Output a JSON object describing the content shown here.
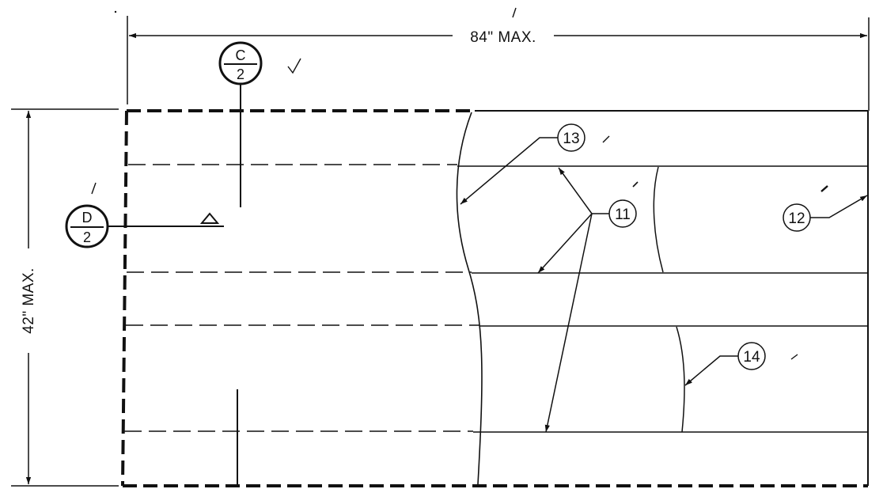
{
  "dimensions": {
    "width_label": "84\" MAX.",
    "height_label": "42\" MAX."
  },
  "section_markers": [
    {
      "id": "C",
      "top": "C",
      "bottom": "2"
    },
    {
      "id": "D",
      "top": "D",
      "bottom": "2"
    }
  ],
  "callouts": [
    {
      "id": "11",
      "label": "11"
    },
    {
      "id": "12",
      "label": "12"
    },
    {
      "id": "13",
      "label": "13"
    },
    {
      "id": "14",
      "label": "14"
    }
  ],
  "colors": {
    "ink": "#111111",
    "background": "#ffffff"
  }
}
